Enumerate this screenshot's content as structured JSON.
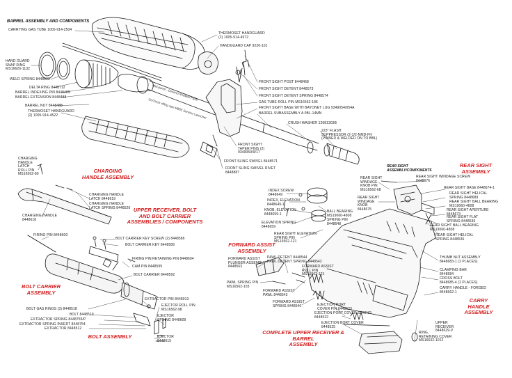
{
  "colors": {
    "section_heading": "#d21f1f",
    "line_art": "#1a1a1a",
    "background": "#ffffff"
  },
  "header": {
    "title": "BARREL ASSEMBLY AND COMPONENTS"
  },
  "barrel": {
    "carrying_gas_tube": "CARRYING GAS TUBE  1005-914-2504",
    "hand_guard_snap_ring": "HAND GUARD\nSNAP RING\nMS16626-1132",
    "weld_spring": "WELD SPRING  8448593",
    "delta_ring": "DELTA RING  8448712",
    "barrel_indexing_pin": "BARREL INDEXING PIN  8448489",
    "barrel_extension": "BARREL EXTENSION  8448488",
    "barrel_nut": "BARREL NUT  8448488",
    "thermoset_handguard_lower": "THERMOSET HANDGUARD\n(2)  1005-914-4522",
    "thermoset_handguard_upper": "THERMOSET HANDGUARD\n(2)  1005-914-4572",
    "handguard_cap": "HANDGUARD CAP  9226-101",
    "front_sight_post": "FRONT SIGHT POST  8448468",
    "front_sight_detent": "FRONT SIGHT DETENT  8448573",
    "front_sight_detent_spring": "FRONT SIGHT DETENT SPRING  8448574",
    "gas_tube_roll_pin": "GAS TUBE ROLL PIN  MS16562-186",
    "front_sight_base": "FRONT SIGHT BASE WITH BAYONET LUG  9349054/054A",
    "barrel_subassembly": "BARREL SUBASSEMBLY  A 0BL-14MN",
    "crush_washer": "CRUSH WASHER  12681303B",
    "flash_suppressor": "223\" FLASH\nSUPPRESSOR (2-1/2-NMD-FH\n(PINNED & WELDED ON TO BBL)",
    "front_sight_taper_pins": "FRONT SIGHT\nTAPER PINS (2)\n9349059/9/17",
    "front_sling_swivel": "FRONT SLING SWIVEL  8448571",
    "front_sling_swivel_rivet": "FRONT SLING SWIVEL RIVET\n8448887",
    "dim_chamber": "Mid-panel - Deserto Rotated Parts",
    "dim_barrel": "1in/7inch rifling rate M855 Service Launcher"
  },
  "charging_handle": {
    "heading": "CHARGING\nHANDLE ASSEMBLY",
    "roll_pin": "CHARGING\nHANDLE\nLATCH\nROLL PIN\nMS16562-80",
    "latch_spring": "CHARGING HANDLE\nLATCH  8448619",
    "latch_spring_2": "CHARGING HANDLE\nLATCH SPRING  8448520",
    "handle": "CHARGING HANDLE\n8448618"
  },
  "upper_bolt": {
    "heading": "UPPER RECEIVER, BOLT\nAND BOLT CARRIER\nASSEMBLIES / COMPONENTS"
  },
  "bolt_carrier": {
    "heading": "BOLT CARRIER ASSEMBLY",
    "firing_pin": "FIRING PIN  8448600",
    "key_screw": "BOLT CARRIER KEY SCREW  (2)  8448586",
    "carrier_key": "BOLT CARRIER KEY  8448589",
    "retaining_pin": "FIRING PIN RETAINING PIN  8448604",
    "cam_pin": "CAM PIN  8448599",
    "bolt_carrier": "BOLT CARRIER  8448592"
  },
  "bolt_assembly": {
    "heading": "BOLT ASSEMBLY",
    "extractor_pin": "EXTRACTOR PIN  8448013",
    "ejector_roll_pin": "EJECTOR ROLL PIN\nMS16562-98",
    "ejector_spring": "EJECTOR\nSPRING  8448609",
    "ejector": "EJECTOR\n8448615",
    "gas_rings": "BOLT GAS RINGS (3)  8448518",
    "bolt": "BOLT  8448510",
    "extractor_spring": "EXTRACTOR SPRING  8448755/P",
    "extractor_insert": "EXTRACTOR SPRING INSERT  8448754",
    "extractor": "EXTRACTOR  8448512"
  },
  "forward_assist": {
    "heading": "FORWARD ASSIST\nASSEMBLY",
    "plunger_assembly": "FORWARD ASSIST\nPLUNGER ASSEMBLY\n8448563",
    "pawl_detent": "PAWL DETENT  8448544",
    "pawl_detent_spring": "PAWL DETENT SPRING  8448542",
    "pawl_spring_pin": "PAWL SPRING PIN\nMS16562-103",
    "fa_pawl": "FORWARD ASSIST\nPAWL  8448543",
    "fa_roll_pin": "FORWARD ASSIST\nROLL PIN\nMS16562-121",
    "fa_spring": "FORWARD ASSIST\nSPRING  8448540"
  },
  "complete_upper": {
    "heading": "COMPLETE UPPER RECEIVER & BARREL\nASSEMBLY",
    "ejection_port_cover_pin": "EJECTION PORT\nCOVER PIN  8448523",
    "ejection_port_cover_spring": "EJECTION PORT COVER SPRING\n8448522",
    "ejection_port_cover": "EJECTION PORT COVER\n8448525",
    "ring_retaining": "RING,\nRETAINING COVER\nMS16632-1012"
  },
  "upper_receiver": {
    "index_screw": "INDEX SCREW\n8448649",
    "index_elevation": "INDEX, ELEVATION\n8448649-1",
    "knob_elevation": "KNOB, ELEVATION\n8448659-1",
    "elevation_spring": "ELEVATION SPRING\n8448659",
    "ball_bearing": "BALL BEARING\nMS19060-4808",
    "spring_pin": "SPRING PIN\n8448648",
    "rear_sight_elevation": "REAR SIGHT ELEVATION\nSPRING PIN\nMS16562-121",
    "thumb_nut": "THUMB NUT ASSEMBLY\n8448683-1  (2 PLACES)",
    "clamping_bar": "CLAMPING BAR\n8448584",
    "cross_bolt": "CROSS BOLT\n8448685-4  (2 PLACES)",
    "carry_handle_forged": "CARRY HANDLE - FORGED\n8448662-1",
    "upper_receiver": "UPPER\nRECEIVER\n8448629-V"
  },
  "rear_sight": {
    "heading": "REAR SIGHT\nASSEMBLY",
    "subheading": "REAR SIGHT\nASSEMBLY/COMPONENTS",
    "windage_knob_pin": "REAR SIGHT\nWINDAGE\nKNOB PIN\nMS16562-68",
    "windage_screw": "REAR SIGHT WINDAGE SCREW\n8448676",
    "windage_knob": "REAR SIGHT\nWINDAGE\nKNOB\n8448675",
    "sight_base": "REAR SIGHT BASE  8448674-1",
    "helical_spring": "REAR SIGHT HELICAL\nSPRING  8448689",
    "ball_bearing": "REAR SIGHT BALL BEARING\nMS19060-4808",
    "aperture": "REAR SIGHT APERTURE\n8448673",
    "flat_spring": "REAR SIGHT FLAT\nSPRING  8448536",
    "ball_bearing_2": "REAR SIGHT BALL BEARING\nMS19060-4808",
    "helical_spring_2": "REAR SIGHT HELICAL\nSPRING  8448536"
  },
  "carry_handle": {
    "heading": "CARRY\nHANDLE\nASSEMBLY"
  }
}
